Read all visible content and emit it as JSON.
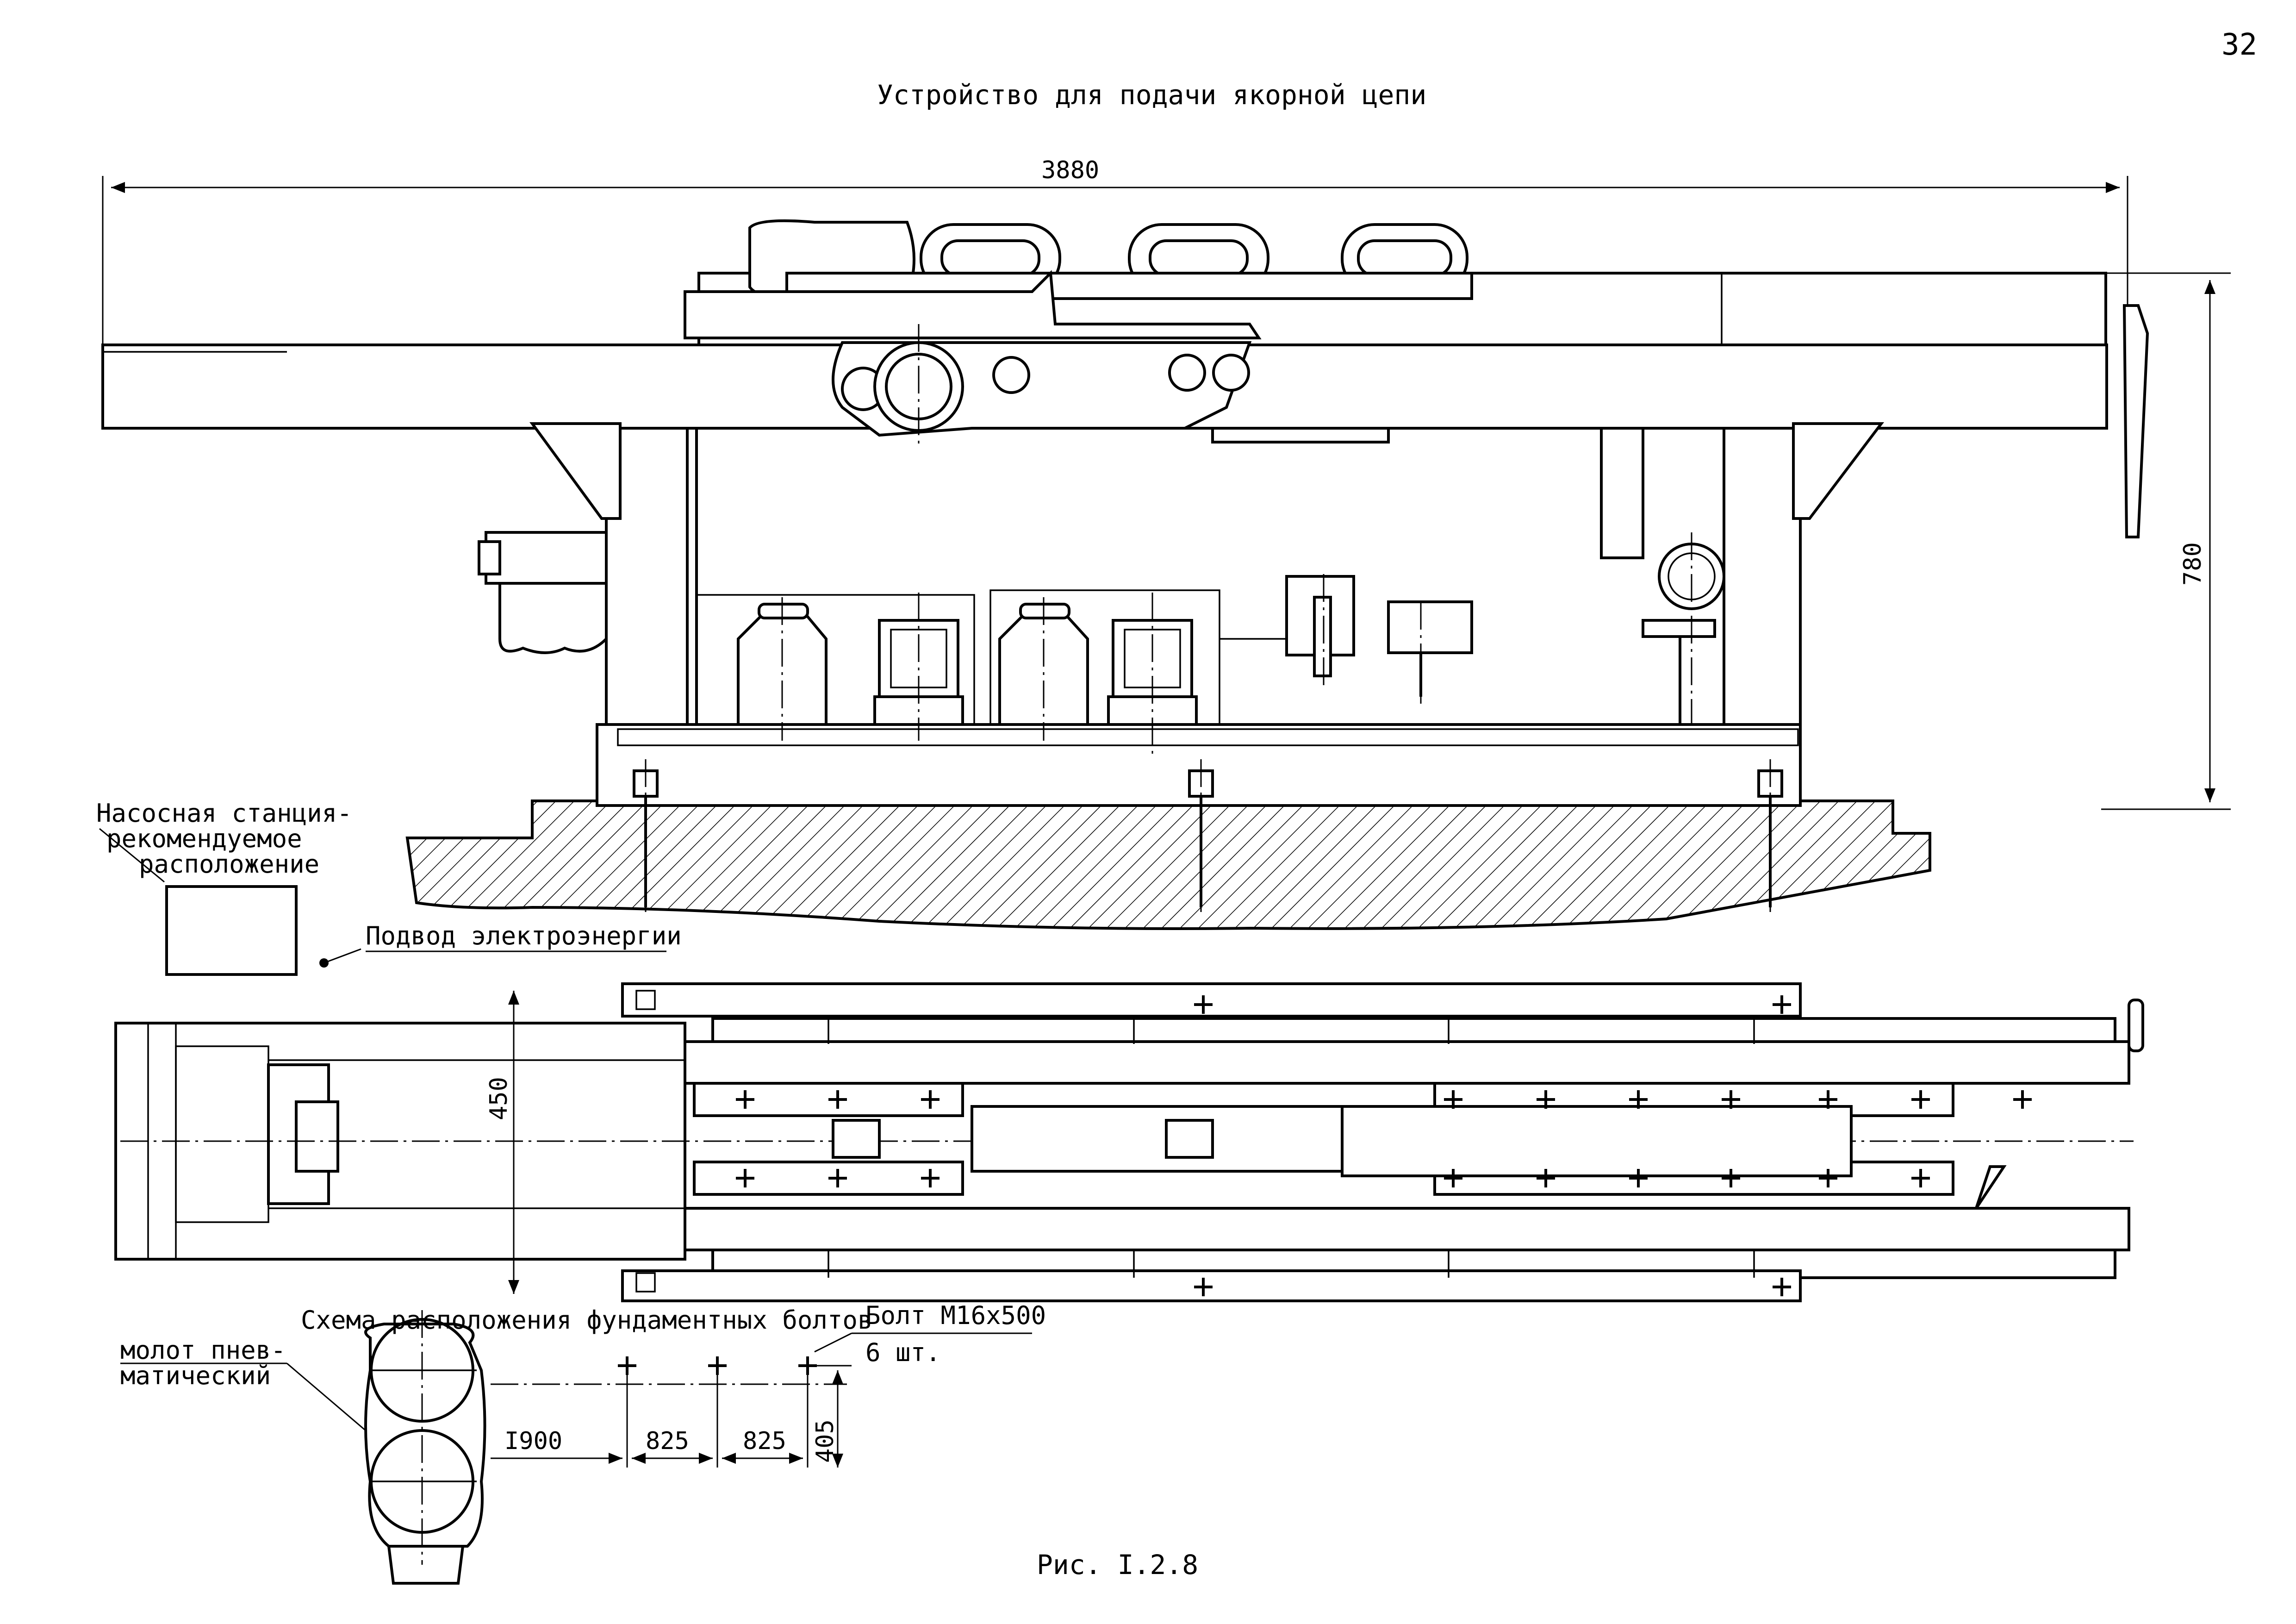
{
  "page": {
    "number": "32"
  },
  "title": "Устройство для подачи якорной цепи",
  "dimensions": {
    "overall_length": "3880",
    "height": "780",
    "width": "450"
  },
  "labels": {
    "pump_station_line1": "Насосная станция-",
    "pump_station_line2": "рекомендуемое",
    "pump_station_line3": "расположение",
    "power_supply": "Подвод электроэнергии",
    "hammer_line1": "молот пнев-",
    "hammer_line2": "матический"
  },
  "bolt_scheme": {
    "title": "Схема расположения фундаментных болтов",
    "bolt_spec": "Болт М16х500",
    "bolt_count": "6 шт.",
    "dim_offset": "I900",
    "dim_spacing_1": "825",
    "dim_spacing_2": "825",
    "dim_depth": "405"
  },
  "caption": "Рис. I.2.8"
}
